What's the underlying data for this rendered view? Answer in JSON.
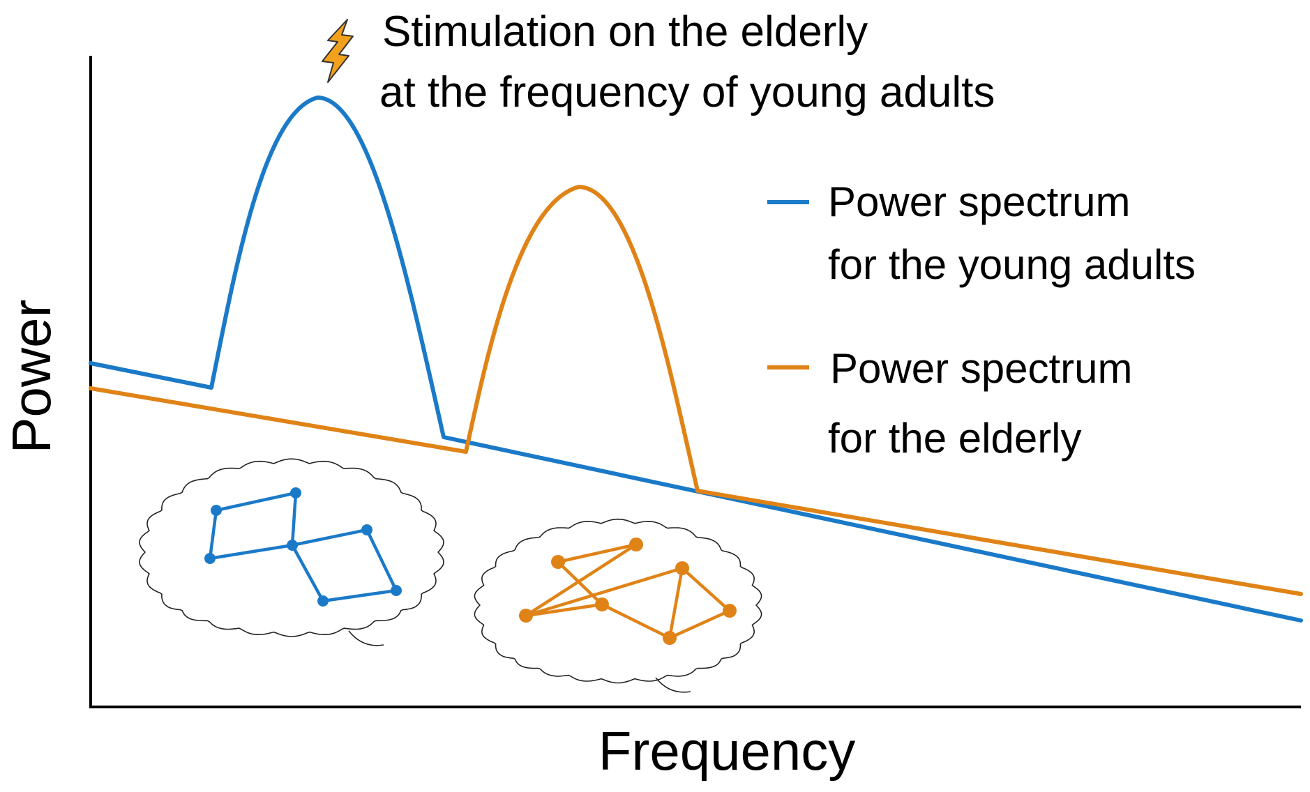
{
  "annotation": {
    "line1": "Stimulation on the elderly",
    "line2": "at the frequency of young adults",
    "icon": "lightning-bolt-icon"
  },
  "axes": {
    "x_label": "Frequency",
    "y_label": "Power"
  },
  "legend": [
    {
      "line1": "Power spectrum",
      "line2": "for the young adults",
      "color": "#1b7ac8"
    },
    {
      "line1": "Power spectrum",
      "line2": "for the elderly",
      "color": "#e08317"
    }
  ],
  "colors": {
    "young": "#1b7ac8",
    "elderly": "#e08317",
    "axis": "#000000",
    "bolt_fill": "#f2a11d",
    "bolt_stroke": "#333333"
  },
  "networks": {
    "young": {
      "nodes": 7,
      "edges": [
        [
          0,
          1
        ],
        [
          0,
          2
        ],
        [
          1,
          3
        ],
        [
          2,
          3
        ],
        [
          3,
          4
        ],
        [
          4,
          5
        ],
        [
          3,
          6
        ],
        [
          6,
          5
        ]
      ]
    },
    "elderly": {
      "nodes": 7,
      "edges": [
        [
          0,
          1
        ],
        [
          1,
          2
        ],
        [
          0,
          3
        ],
        [
          2,
          3
        ],
        [
          2,
          4
        ],
        [
          3,
          5
        ],
        [
          4,
          5
        ],
        [
          4,
          6
        ],
        [
          5,
          6
        ]
      ]
    }
  }
}
